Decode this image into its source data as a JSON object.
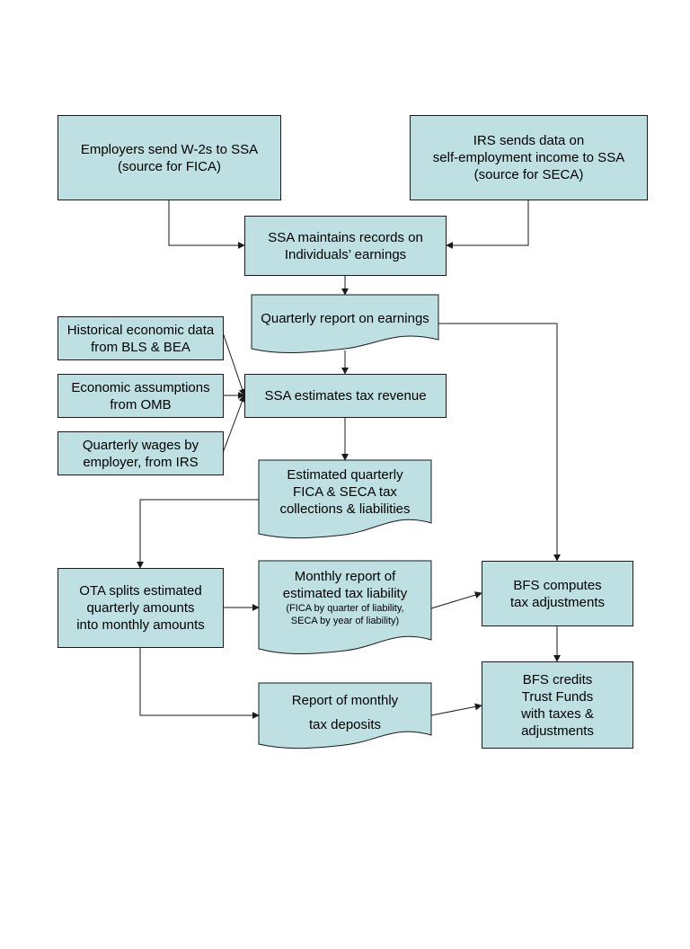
{
  "nodes": {
    "employers": {
      "lines": [
        "Employers send W-2s to SSA",
        "(source for FICA)"
      ]
    },
    "irs_self_employment": {
      "lines": [
        "IRS sends data on",
        "self-employment income to SSA",
        "(source for SECA)"
      ]
    },
    "ssa_records": {
      "lines": [
        "SSA maintains records on",
        "Individuals’ earnings"
      ]
    },
    "quarterly_report": {
      "lines": [
        "Quarterly report on earnings"
      ]
    },
    "historical_data": {
      "lines": [
        "Historical economic data",
        "from BLS & BEA"
      ]
    },
    "economic_assumptions": {
      "lines": [
        "Economic assumptions",
        "from OMB"
      ]
    },
    "quarterly_wages": {
      "lines": [
        "Quarterly wages by",
        "employer, from IRS"
      ]
    },
    "ssa_estimates": {
      "lines": [
        "SSA estimates tax revenue"
      ]
    },
    "estimated_quarterly": {
      "lines": [
        "Estimated quarterly",
        "FICA & SECA tax",
        "collections & liabilities"
      ]
    },
    "ota_splits": {
      "lines": [
        "OTA splits estimated",
        "quarterly amounts",
        "into monthly amounts"
      ]
    },
    "monthly_report": {
      "lines": [
        "Monthly report of",
        "estimated tax liability"
      ],
      "notes": [
        "(FICA by quarter of liability,",
        "SECA by year of liability)"
      ]
    },
    "bfs_computes": {
      "lines": [
        "BFS computes",
        "tax adjustments"
      ]
    },
    "report_deposits": {
      "lines": [
        "Report of monthly",
        "tax deposits"
      ]
    },
    "bfs_credits": {
      "lines": [
        "BFS credits",
        "Trust Funds",
        "with taxes &",
        "adjustments"
      ]
    }
  },
  "colors": {
    "box_fill": "#bfe0e3",
    "stroke": "#1a1a1a"
  }
}
